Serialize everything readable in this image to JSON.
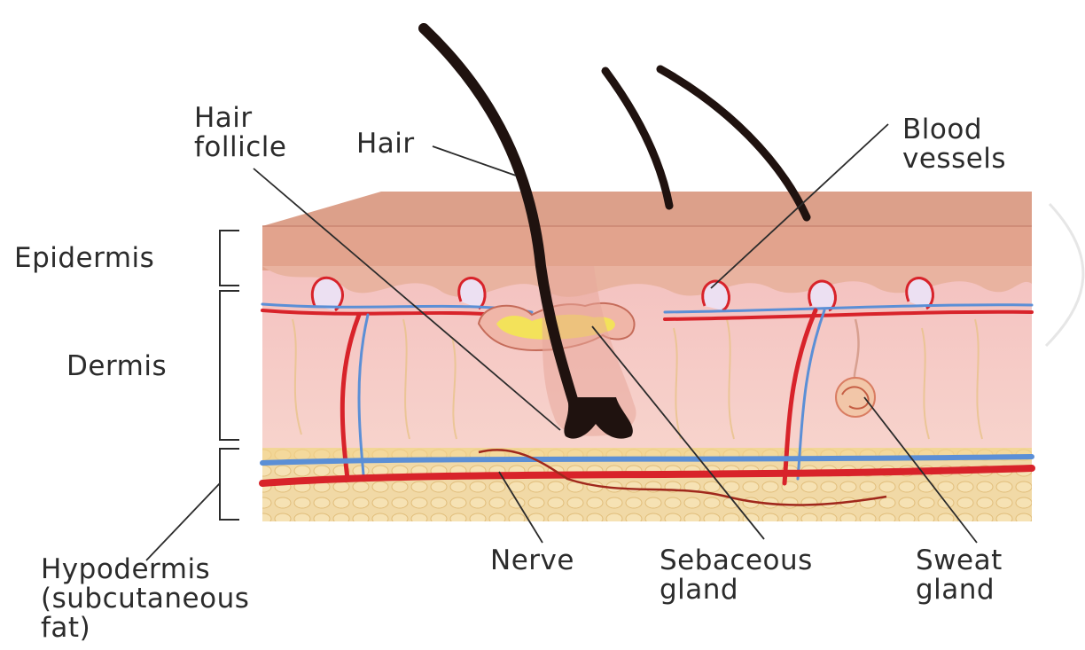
{
  "labels": {
    "hair_follicle": "Hair\nfollicle",
    "hair": "Hair",
    "blood_vessels": "Blood\nvessels",
    "epidermis": "Epidermis",
    "dermis": "Dermis",
    "hypodermis": "Hypodermis\n(subcutaneous\nfat)",
    "nerve": "Nerve",
    "sebaceous_gland": "Sebaceous\ngland",
    "sweat_gland": "Sweat\ngland"
  },
  "colors": {
    "epidermis_top": "#dca08a",
    "epidermis": "#e7ac95",
    "dermis": "#f6c9c6",
    "hypodermis": "#f1d9a6",
    "artery": "#d8232a",
    "vein": "#5b8fd6",
    "hair": "#1f120f",
    "gland": "#f3e25a",
    "leader_line": "#2b2b2b"
  }
}
